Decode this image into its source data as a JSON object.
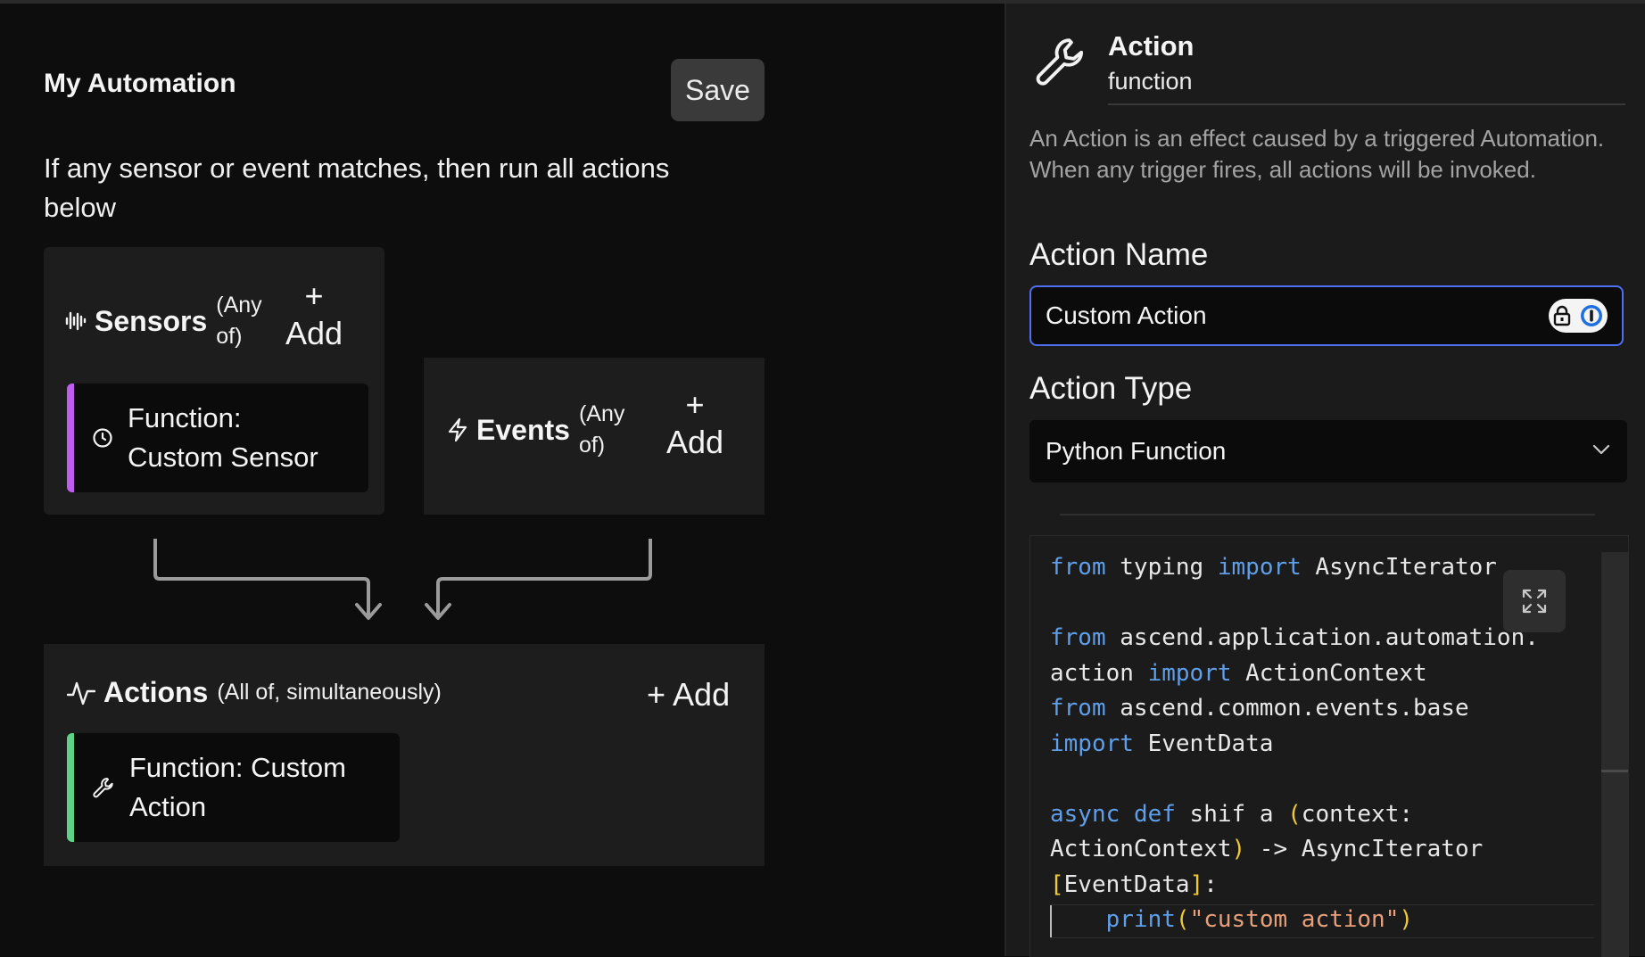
{
  "automation": {
    "title": "My Automation",
    "save_label": "Save",
    "description": "If any sensor or event matches, then run all actions below"
  },
  "sensors": {
    "title": "Sensors",
    "qualifier_1": "(Any",
    "qualifier_2": "of)",
    "add_plus": "+",
    "add_label": "Add",
    "items": [
      {
        "label_1": "Function:",
        "label_2": "Custom Sensor",
        "icon": "clock-icon",
        "accent": "#c05cf0"
      }
    ]
  },
  "events": {
    "title": "Events",
    "qualifier_1": "(Any",
    "qualifier_2": "of)",
    "add_plus": "+",
    "add_label": "Add"
  },
  "actions": {
    "title": "Actions",
    "qualifier": "(All of, simultaneously)",
    "add_label": "+ Add",
    "items": [
      {
        "label_1": "Function: Custom",
        "label_2": "Action",
        "icon": "wrench-icon",
        "accent": "#5fd28a"
      }
    ]
  },
  "panel": {
    "title": "Action",
    "subtitle": "function",
    "description": "An Action is an effect caused by a triggered Automation. When any trigger fires, all actions will be invoked.",
    "name_label": "Action Name",
    "name_value": "Custom Action",
    "type_label": "Action Type",
    "type_value": "Python Function"
  },
  "code": {
    "lines": [
      "from typing import AsyncIterator",
      "",
      "from ascend.application.automation.",
      "action import ActionContext",
      "from ascend.common.events.base",
      "import EventData",
      "",
      "async def shif a (context:",
      "ActionContext) -> AsyncIterator",
      "[EventData]:",
      "    print(\"custom action\")"
    ]
  },
  "colors": {
    "sensor_accent": "#c05cf0",
    "action_accent": "#5fd28a",
    "input_focus": "#4d6ff0",
    "keyword": "#5f9ee8"
  }
}
